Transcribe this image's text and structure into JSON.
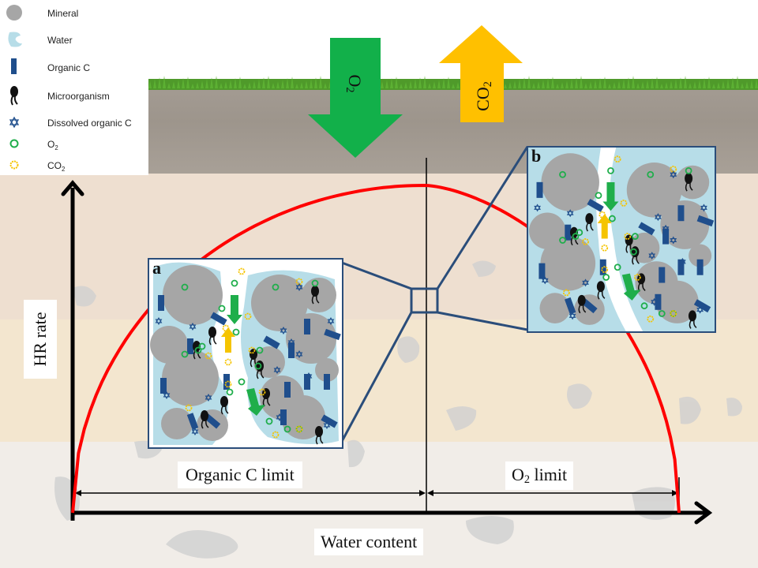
{
  "legend": {
    "items": [
      {
        "icon": "mineral-icon",
        "label": "Mineral"
      },
      {
        "icon": "water-icon",
        "label": "Water"
      },
      {
        "icon": "organic-c-icon",
        "label": "Organic C"
      },
      {
        "icon": "microorganism-icon",
        "label": "Microorganism"
      },
      {
        "icon": "dissolved-organic-c-icon",
        "label": "Dissolved organic C"
      },
      {
        "icon": "o2-icon",
        "label": "O",
        "sub": "2"
      },
      {
        "icon": "co2-icon",
        "label": "CO",
        "sub": "2"
      }
    ]
  },
  "surface_arrows": {
    "o2": {
      "label": "O",
      "sub": "2",
      "direction": "down",
      "color": "#12b04a"
    },
    "co2": {
      "label": "CO",
      "sub": "2",
      "direction": "up",
      "color": "#ffc000"
    }
  },
  "axes": {
    "y_label": "HR rate",
    "x_label": "Water content"
  },
  "limits": {
    "left_label": "Organic C limit",
    "right_label": "O",
    "right_sub": "2",
    "right_suffix": " limit"
  },
  "insets": {
    "a": {
      "label": "a"
    },
    "b": {
      "label": "b"
    }
  },
  "colors": {
    "curve": "#ff0000",
    "axis": "#000000",
    "inset_border": "#2a4d7a",
    "mineral": "#a6a6a6",
    "water": "#b7dde8",
    "organic_c": "#1f4e8c",
    "o2": "#1fae4b",
    "co2": "#f5c400",
    "doc": "#1f4e8c"
  },
  "chart_data": {
    "type": "line",
    "title": "",
    "xlabel": "Water content",
    "ylabel": "HR rate",
    "series": [
      {
        "name": "HR rate",
        "shape": "asymmetric hump",
        "x_start": 0,
        "x_peak": 0.58,
        "x_end": 1.0,
        "y_peak": 1.0
      }
    ],
    "annotations": [
      "Organic C limit",
      "O2 limit"
    ]
  }
}
